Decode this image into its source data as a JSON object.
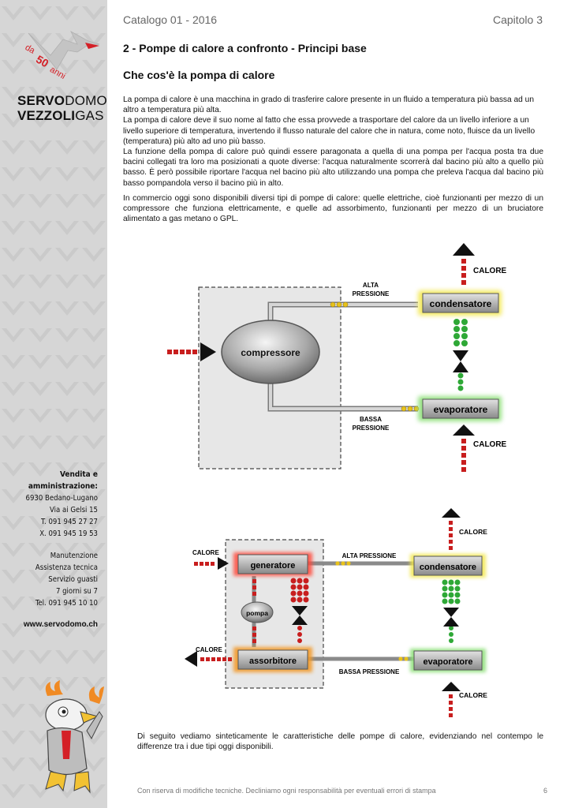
{
  "header": {
    "left": "Catalogo 01 - 2016",
    "right": "Capitolo 3"
  },
  "sidebar": {
    "logo_badge": {
      "prefix": "da",
      "number": "50",
      "suffix": "anni"
    },
    "brand_line1_bold": "SERVO",
    "brand_line1_light": "DOMO",
    "brand_line2_bold": "VEZZOLI",
    "brand_line2_light": "GAS",
    "sales_title": [
      "Vendita e",
      "amministrazione:"
    ],
    "sales_lines": [
      "6930 Bedano-Lugano",
      "Via ai Gelsi 15",
      "T. 091 945 27 27",
      "X. 091 945 19 53"
    ],
    "service_lines": [
      "Manutenzione",
      "Assistenza tecnica",
      "Servizio guasti",
      "7 giorni su 7",
      "Tel. 091 945 10 10"
    ],
    "website": "www.servodomo.ch"
  },
  "section_title": "2 - Pompe di calore a confronto  - Principi base",
  "subtitle": "Che cos'è la pompa di calore",
  "paragraphs": [
    "La pompa di calore è una macchina in grado di trasferire calore presente in un fluido a temperatura più bassa ad un altro a temperatura più alta.",
    "La pompa di calore deve il suo nome al fatto che essa provvede a trasportare del calore da un livello inferiore a un livello superiore di temperatura, invertendo il flusso naturale del calore che in natura, come noto, fluisce da un livello (temperatura) più alto ad uno più basso.",
    "La funzione della pompa di calore può quindi essere paragonata a quella di una pompa per l'acqua posta tra due bacini collegati tra loro ma posizionati a quote diverse: l'acqua naturalmente scorrerà dal bacino più alto a quello più basso. È però possibile riportare l'acqua nel bacino più alto utilizzando una pompa che preleva l'acqua dal bacino più basso pompandola verso il bacino più in alto."
  ],
  "paragraph2": "In commercio oggi sono disponibili diversi tipi di pompe di calore: quelle elettriche, cioè funzionanti per mezzo di un compressore che funziona elettricamente, e quelle ad assorbimento, funzionanti per mezzo di un bruciatore alimentato a gas metano o GPL.",
  "diagram1": {
    "calore_top": "CALORE",
    "alta_1": "ALTA",
    "alta_2": "PRESSIONE",
    "condensatore": "condensatore",
    "compressore": "compressore",
    "evaporatore": "evaporatore",
    "bassa_1": "BASSA",
    "bassa_2": "PRESSIONE",
    "calore_bottom": "CALORE"
  },
  "diagram2": {
    "calore_in": "CALORE",
    "generatore": "generatore",
    "alta_pressione": "ALTA PRESSIONE",
    "condensatore": "condensatore",
    "calore_top": "CALORE",
    "pompa": "pompa",
    "calore_out": "CALORE",
    "assorbitore": "assorbitore",
    "bassa_pressione": "BASSA  PRESSIONE",
    "evaporatore": "evaporatore",
    "calore_bottom": "CALORE"
  },
  "closing_paragraph": "Di seguito vediamo sinteticamente le caratteristiche delle pompe di calore, evidenziando nel contempo le differenze tra i due tipi oggi disponibili.",
  "footer": {
    "note": "Con riserva di modifiche tecniche. Decliniamo ogni responsabilità per eventuali errori di stampa",
    "page": "6"
  },
  "colors": {
    "sidebar_bg": "#d6d6d6",
    "logo_red": "#d42027",
    "heat_red": "#c81e1e",
    "cold_green": "#2ea836",
    "glow_green": "#8fe07a",
    "glow_red": "#ff4a3a",
    "glow_yellow": "#f2e64a"
  }
}
